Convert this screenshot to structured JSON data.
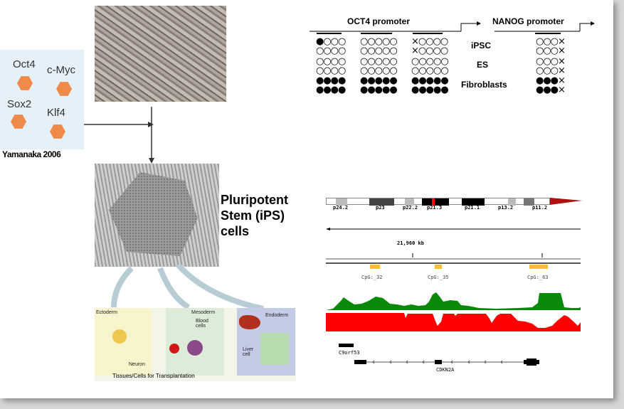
{
  "factors": {
    "items": [
      "Oct4",
      "c-Myc",
      "Sox2",
      "Klf4"
    ],
    "caption": "Yamanaka 2006"
  },
  "ips_label": [
    "Pluripotent",
    "Stem (iPS)",
    "cells"
  ],
  "tissues": {
    "ectoderm": "Ectoderm",
    "neuron": "Neuron",
    "mesoderm": "Mesoderm",
    "blood": "Blood cells",
    "endoderm": "Endoderm",
    "liver": "Liver cell",
    "caption": "Tissues/Cells for Transplantation"
  },
  "methylation": {
    "oct4_title": "OCT4 promoter",
    "nanog_title": "NANOG promoter",
    "row_labels": [
      "iPSC",
      "ES",
      "Fibroblasts"
    ],
    "oct4_rows": [
      [
        "●○○○",
        "○○○○○",
        "×○○○○"
      ],
      [
        "○○○○",
        "○○○○○",
        "×○○○○"
      ],
      [
        "○○○○",
        "○○○○○",
        "○○○○○"
      ],
      [
        "○○○○",
        "○○○○○",
        "○○○○○"
      ],
      [
        "●●●●",
        "●●●●●",
        "●●●●●"
      ],
      [
        "●●●●",
        "●●●●●",
        "●●●●●"
      ]
    ],
    "nanog_rows": [
      "○○○×",
      "○○○×",
      "○○○×",
      "○○○×",
      "●●●×",
      "●●●×"
    ]
  },
  "genome": {
    "bands": [
      "p24.2",
      "p23",
      "p22.2",
      "p21.3",
      "p21.1",
      "p13.2",
      "p11.2"
    ],
    "position": "21,960 kb",
    "cpg": [
      "CpG:_32",
      "CpG:_35",
      "CpG:_63"
    ],
    "genes": [
      "C9orf53",
      "CDKN2A"
    ],
    "colors": {
      "signal_up": "#088a08",
      "signal_down": "#ff0000",
      "cpg": "#f8c030"
    }
  }
}
